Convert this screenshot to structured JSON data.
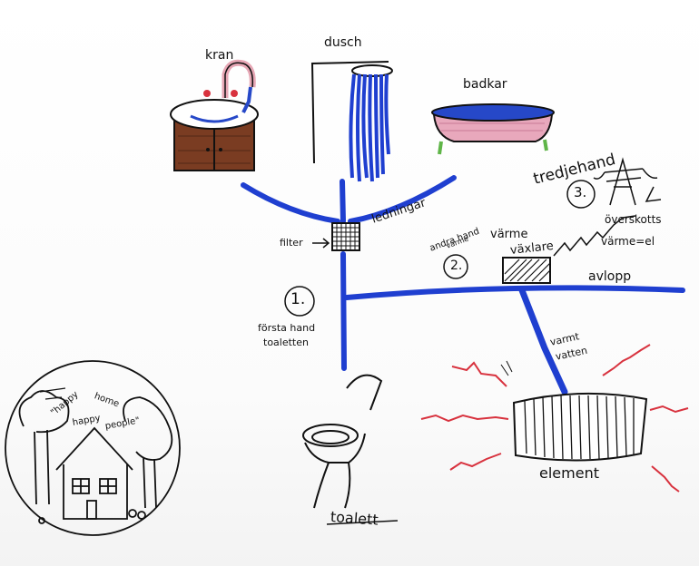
{
  "labels": {
    "kran": "kran",
    "dusch": "dusch",
    "badkar": "badkar",
    "ledningar": "ledningar",
    "filter": "filter",
    "forsta_hand_line1": "första hand",
    "forsta_hand_line2": "toaletten",
    "step1": "1.",
    "andra_hand_line1": "andra hand",
    "andra_hand_line2": "värme",
    "step2": "2.",
    "varme": "värme",
    "vaxlare": "växlare",
    "tredje_hand": "tredjehand",
    "step3": "3.",
    "overskott_line1": "överskotts",
    "overskott_line2": "värme=el",
    "avlopp": "avlopp",
    "varmt_line1": "varmt",
    "varmt_line2": "vatten",
    "element": "element",
    "toalett": "toalett",
    "happy_line1": "\"happy",
    "happy_line2": "home",
    "happy_line3": "happy",
    "happy_line4": "people\""
  },
  "colors": {
    "ink": "#111111",
    "pipe_blue": "#1f3fd0",
    "water_blue": "#2648c8",
    "cabinet_brown": "#7a3c22",
    "tub_pink": "#e8a8bc",
    "heat_red": "#d8323e",
    "leg_green": "#5fb548"
  }
}
